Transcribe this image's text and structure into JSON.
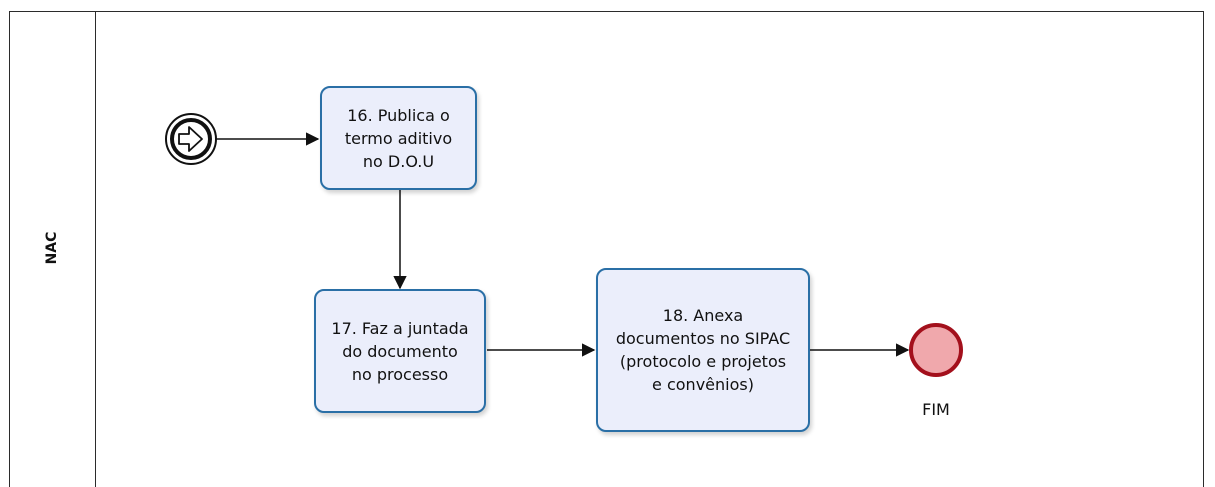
{
  "lane": {
    "label": "NAC"
  },
  "tasks": [
    {
      "id": "16",
      "label": "16. Publica o\ntermo aditivo\nno D.O.U"
    },
    {
      "id": "17",
      "label": "17. Faz a juntada\ndo documento\nno processo"
    },
    {
      "id": "18",
      "label": "18. Anexa\ndocumentos no SIPAC\n(protocolo e projetos\ne convênios)"
    }
  ],
  "end_event": {
    "label": "FIM"
  },
  "colors": {
    "task_border": "#2a6fa6",
    "task_fill": "#ebeefb",
    "end_fill": "#f0a8ac",
    "end_border": "#a3101c"
  }
}
